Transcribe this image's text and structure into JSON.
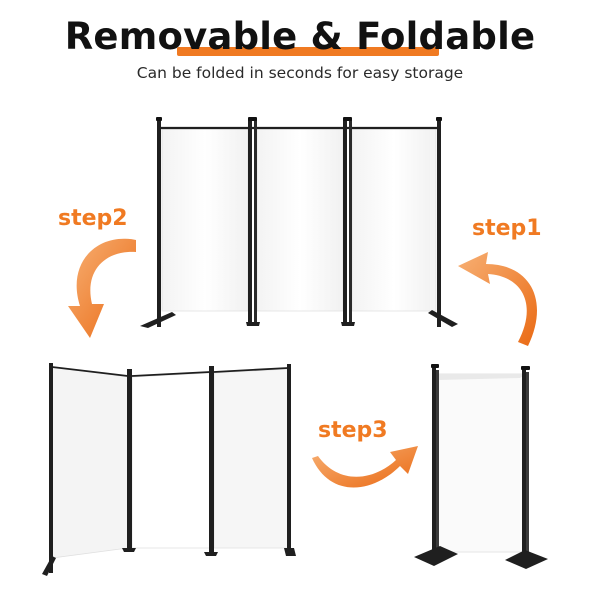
{
  "header": {
    "title": "Removable & Foldable",
    "subtitle": "Can be folded in seconds for easy storage"
  },
  "steps": {
    "step1": "step1",
    "step2": "step2",
    "step3": "step3"
  },
  "colors": {
    "accent": "#f07a22",
    "frame": "#1f1f1f",
    "fabric": "#ffffff"
  }
}
